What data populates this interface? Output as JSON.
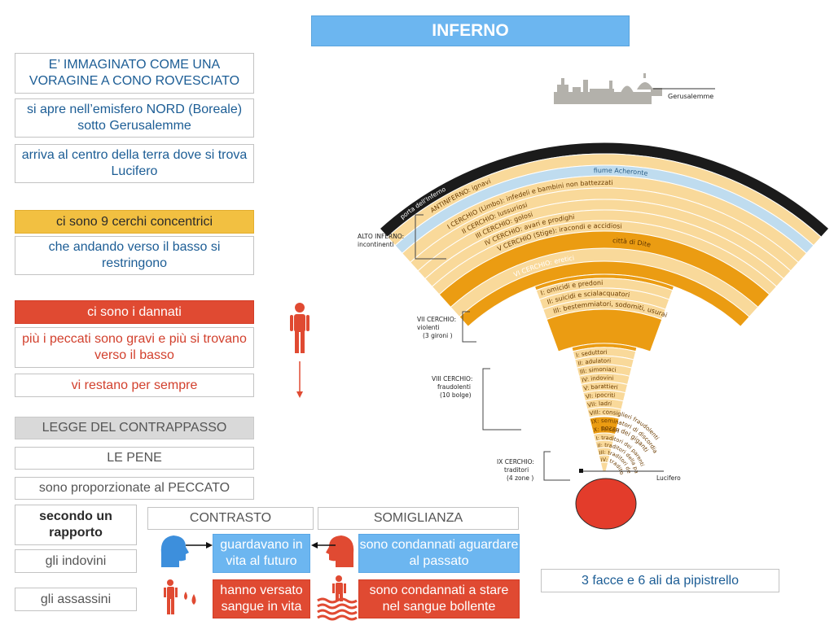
{
  "title": "INFERNO",
  "left": {
    "b1": "E’ IMMAGINATO COME UNA VORAGINE A CONO ROVESCIATO",
    "b2": "si apre nell’emisfero NORD (Boreale) sotto Gerusalemme",
    "b3": "arriva al centro della terra dove si trova Lucifero",
    "b4": "ci sono 9 cerchi concentrici",
    "b5": "che andando verso il basso si restringono",
    "b6": "ci sono i dannati",
    "b7": "più i peccati sono gravi e più si trovano verso il basso",
    "b8": "vi restano per sempre",
    "b9": "LEGGE DEL CONTRAPPASSO",
    "b10": "LE PENE",
    "b11": "sono proporzionate al PECCATO",
    "b12": "secondo un rapporto",
    "b13": "gli indovini",
    "b14": "gli assassini"
  },
  "table": {
    "contrasto": "CONTRASTO",
    "somiglianza": "SOMIGLIANZA",
    "c1": "guardavano in vita al futuro",
    "s1": "sono condannati aguardare al passato",
    "c2": "hanno versato sangue in vita",
    "s2": "sono condannati a stare nel sangue bollente"
  },
  "lucifer_box": "3 facce e 6 ali da pipistrello",
  "diagram": {
    "gerusalemme": "Gerusalemme",
    "porta": "porta dell'Inferno",
    "acheronte": "fiume Acheronte",
    "antinferno": "ANTINFERNO: ignavi",
    "c1": "I CERCHIO (Limbo): infedeli e bambini non battezzati",
    "c2": "II CERCHIO: lussuriosi",
    "c3": "III CERCHIO: golosi",
    "c4": "IV CERCHIO: avari e prodighi",
    "c5": "V CERCHIO (Stige): iracondi e accidiosi",
    "dite": "città di Dite",
    "c6": "VI CERCHIO: eretici",
    "alto_1": "ALTO INFERNO:",
    "alto_2": "incontinenti",
    "g7a": "I: omicidi e predoni",
    "g7b": "II: suicidi e scialacquatori",
    "g7c": "III: bestemmiatori, sodomiti, usurai",
    "c7_1": "VII CERCHIO:",
    "c7_2": "violenti",
    "c7_3": "(3 gironi )",
    "b8": [
      "I: seduttori",
      "II: adulatori",
      "III: simoniaci",
      "IV: indovini",
      "V: barattieri",
      "VI: ipocriti",
      "VII: ladri",
      "VIII: consiglieri fraudolenti",
      "IX: seminatori di discordia",
      "X: falsari"
    ],
    "c8_1": "VIII CERCHIO:",
    "c8_2": "fraudolenti",
    "c8_3": "(10 bolge)",
    "pozzo": "pozzo dei giganti",
    "z9": [
      "I: traditori dei parenti",
      "II: traditori della patria",
      "III: traditori degli ospiti",
      "IV: traditori dei benefattori"
    ],
    "c9_1": "IX CERCHIO:",
    "c9_2": "traditori",
    "c9_3": "(4 zone )",
    "lucifero": "Lucifero"
  },
  "colors": {
    "accent_blue": "#6cb6f0",
    "yellow": "#f2c041",
    "red": "#e04a32",
    "band_light": "#f9d99a",
    "band_dark": "#eb9c12",
    "river": "#bfdcef"
  },
  "icons": [
    "person-icon",
    "arrow-down-icon",
    "head-icon",
    "arrow-right-icon",
    "arrow-left-icon",
    "blood-drops-icon",
    "boiling-blood-icon"
  ]
}
